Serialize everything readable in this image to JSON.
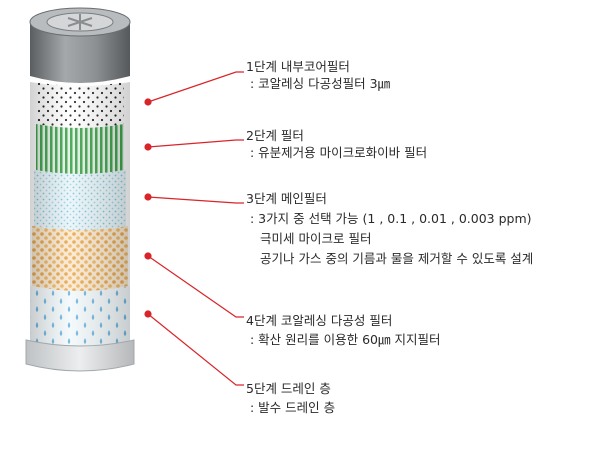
{
  "stages": [
    {
      "title": "1단계 내부코어필터",
      "lines": [
        ": 코알레싱 다공성필터 3㎛"
      ]
    },
    {
      "title": "2단계 필터",
      "lines": [
        ": 유분제거용 마이크로화이바 필터"
      ]
    },
    {
      "title": "3단계 메인필터",
      "lines": [
        ": 3가지 중 선택 가능 (1 , 0.1 , 0.01 , 0.003 ppm)",
        "극미세 마이크로 필터",
        "공기나 가스 중의 기름과 물을 제거할 수 있도록 설계"
      ]
    },
    {
      "title": "4단계 코알레싱 다공성 필터",
      "lines": [
        ": 확산 원리를 이용한 60㎛ 지지필터"
      ]
    },
    {
      "title": "5단계 드레인 층",
      "lines": [
        ": 발수 드레인 층"
      ]
    }
  ],
  "colors": {
    "leader": "#d9252a",
    "band1_dots": "#1a1a1a",
    "band2_stripes": "#3aa14a",
    "band3_pattern": "#7ec3d8",
    "band4_pattern": "#e7a64e",
    "band5_drops": "#6fb7df",
    "cap": "#7d8082"
  }
}
